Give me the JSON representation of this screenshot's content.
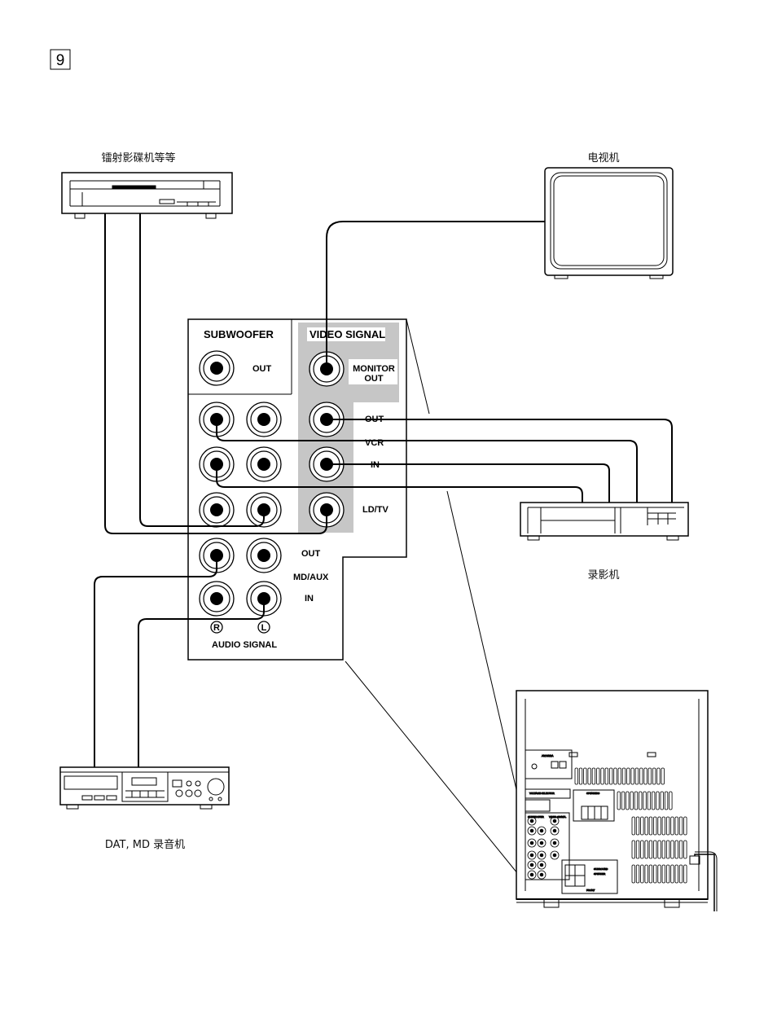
{
  "page_number": "9",
  "devices": {
    "laserdisc": {
      "label": "镭射影碟机等等"
    },
    "tv": {
      "label": "电视机"
    },
    "vcr": {
      "label": "录影机"
    },
    "recorder": {
      "label": "DAT, MD 录音机"
    }
  },
  "panel": {
    "subwoofer_title": "SUBWOOFER",
    "subwoofer_out": "OUT",
    "video_title": "VIDEO SIGNAL",
    "monitor_out_1": "MONITOR",
    "monitor_out_2": "OUT",
    "vcr_out": "OUT",
    "vcr": "VCR",
    "vcr_in": "IN",
    "ldtv": "LD/TV",
    "md_out": "OUT",
    "md_aux": "MD/AUX",
    "md_in": "IN",
    "right": "R",
    "left": "L",
    "audio_title": "AUDIO SIGNAL"
  }
}
